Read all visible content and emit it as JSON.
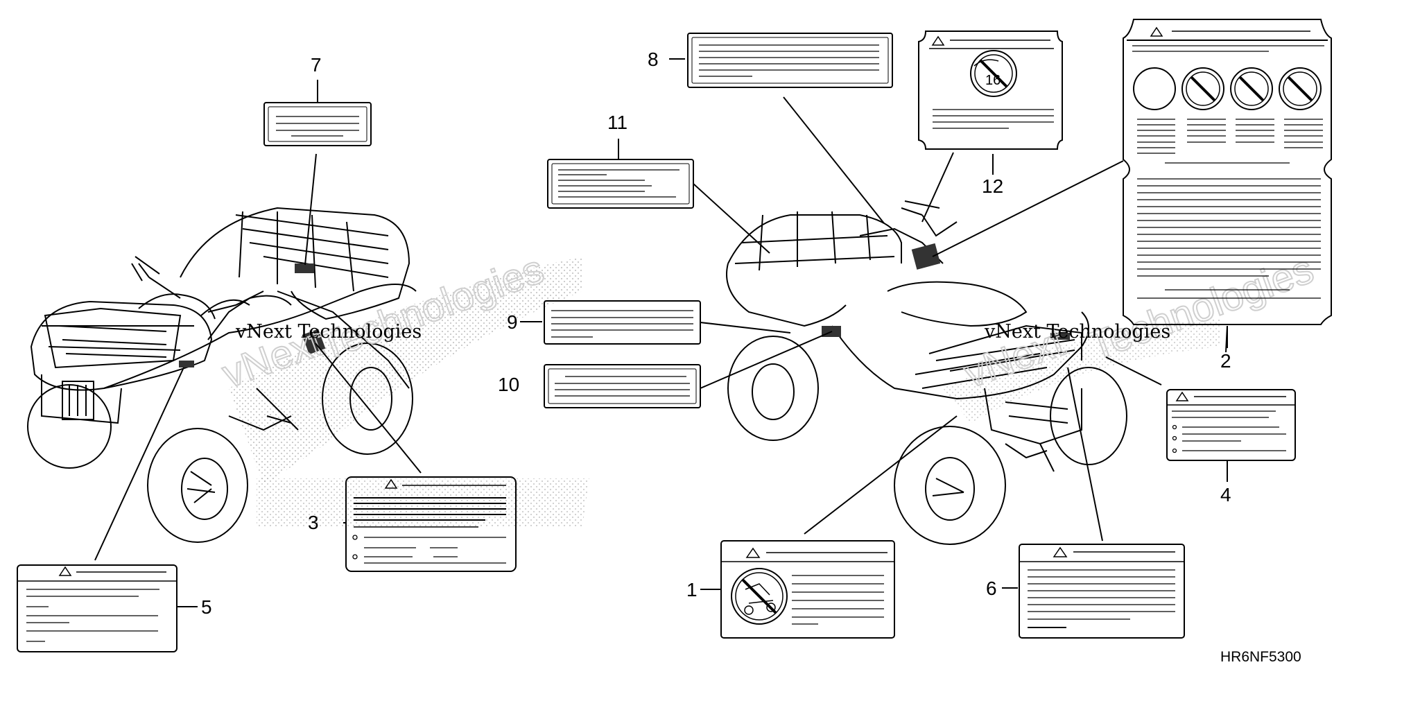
{
  "diagram": {
    "code": "HR6NF5300",
    "watermark_outline": "vNext",
    "watermark_outline_2": "Technologies",
    "watermark_text": "vNext Technologies",
    "callouts": {
      "c1": "1",
      "c2": "2",
      "c3": "3",
      "c4": "4",
      "c5": "5",
      "c6": "6",
      "c7": "7",
      "c8": "8",
      "c9": "9",
      "c10": "10",
      "c11": "11",
      "c12": "12"
    },
    "label_12_sign_number": "16",
    "colors": {
      "line": "#000000",
      "watermark": "#cfcfcf",
      "background": "#ffffff"
    }
  }
}
